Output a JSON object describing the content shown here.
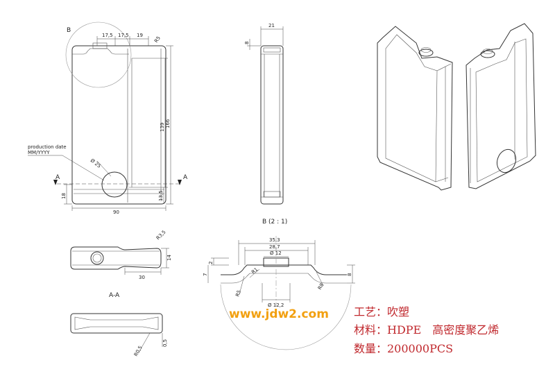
{
  "front_view": {
    "detail_marker": "B",
    "dims_top": [
      "17,5",
      "17,5",
      "19"
    ],
    "radius_top": "R5",
    "dim_139": "139",
    "dim_166": "166",
    "dim_13_5": "13,5",
    "dim_18": "18",
    "dim_90": "90",
    "hole_dia": "Ø 25",
    "production_date": [
      "production date",
      "MM/YYYY"
    ],
    "section_left": "A",
    "section_right": "A"
  },
  "side_view": {
    "dim_21": "21",
    "dim_8": "8"
  },
  "top_view": {
    "radius": "R3,5",
    "dim_14": "14",
    "dim_30": "30"
  },
  "section_aa": {
    "title": "A-A",
    "radius": "R0,5",
    "dim_0_5": "0,5"
  },
  "detail_b": {
    "title": "B (2 : 1)",
    "dim_35_3": "35,3",
    "dim_28_7": "28,7",
    "dia_12": "Ø 12",
    "dia_12_2": "Ø 12,2",
    "dim_2": "2",
    "dim_7": "7",
    "dim_8": "8",
    "r1": "R1",
    "r5": "R5",
    "r8": "R8"
  },
  "watermark": "www.jdw2.com",
  "notes": {
    "process": "工艺：吹塑",
    "material": "材料：HDPE　高密度聚乙烯",
    "quantity": "数量：200000PCS"
  }
}
